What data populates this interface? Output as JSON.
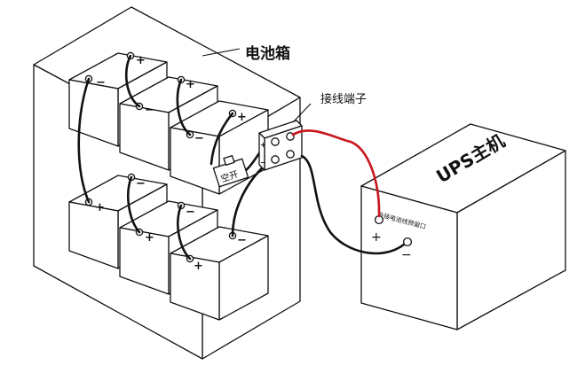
{
  "labels": {
    "battery_box": "电池箱",
    "terminal_block": "接线端子",
    "ups_host": "UPS主机",
    "breaker": "空开",
    "ext_battery_port": "外接电池线预留口",
    "plus": "+",
    "minus": "−"
  },
  "colors": {
    "line": "#111111",
    "positive_wire": "#c8161d",
    "background": "#ffffff"
  }
}
